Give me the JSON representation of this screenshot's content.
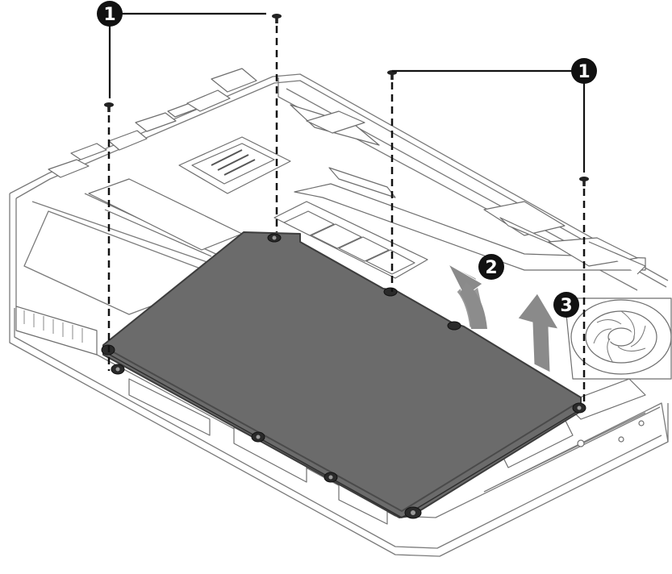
{
  "callouts": {
    "screws_left": "1",
    "screws_right": "1",
    "rotate_battery": "2",
    "lift_battery": "3"
  },
  "colors": {
    "battery_fill": "#6b6b6b",
    "battery_edge": "#3d3d3d",
    "line_art": "#6e6e6e",
    "callout_bg": "#111111",
    "callout_text": "#ffffff"
  },
  "icons": [
    "screw-icon",
    "rotate-arrow-icon",
    "lift-arrow-icon"
  ]
}
